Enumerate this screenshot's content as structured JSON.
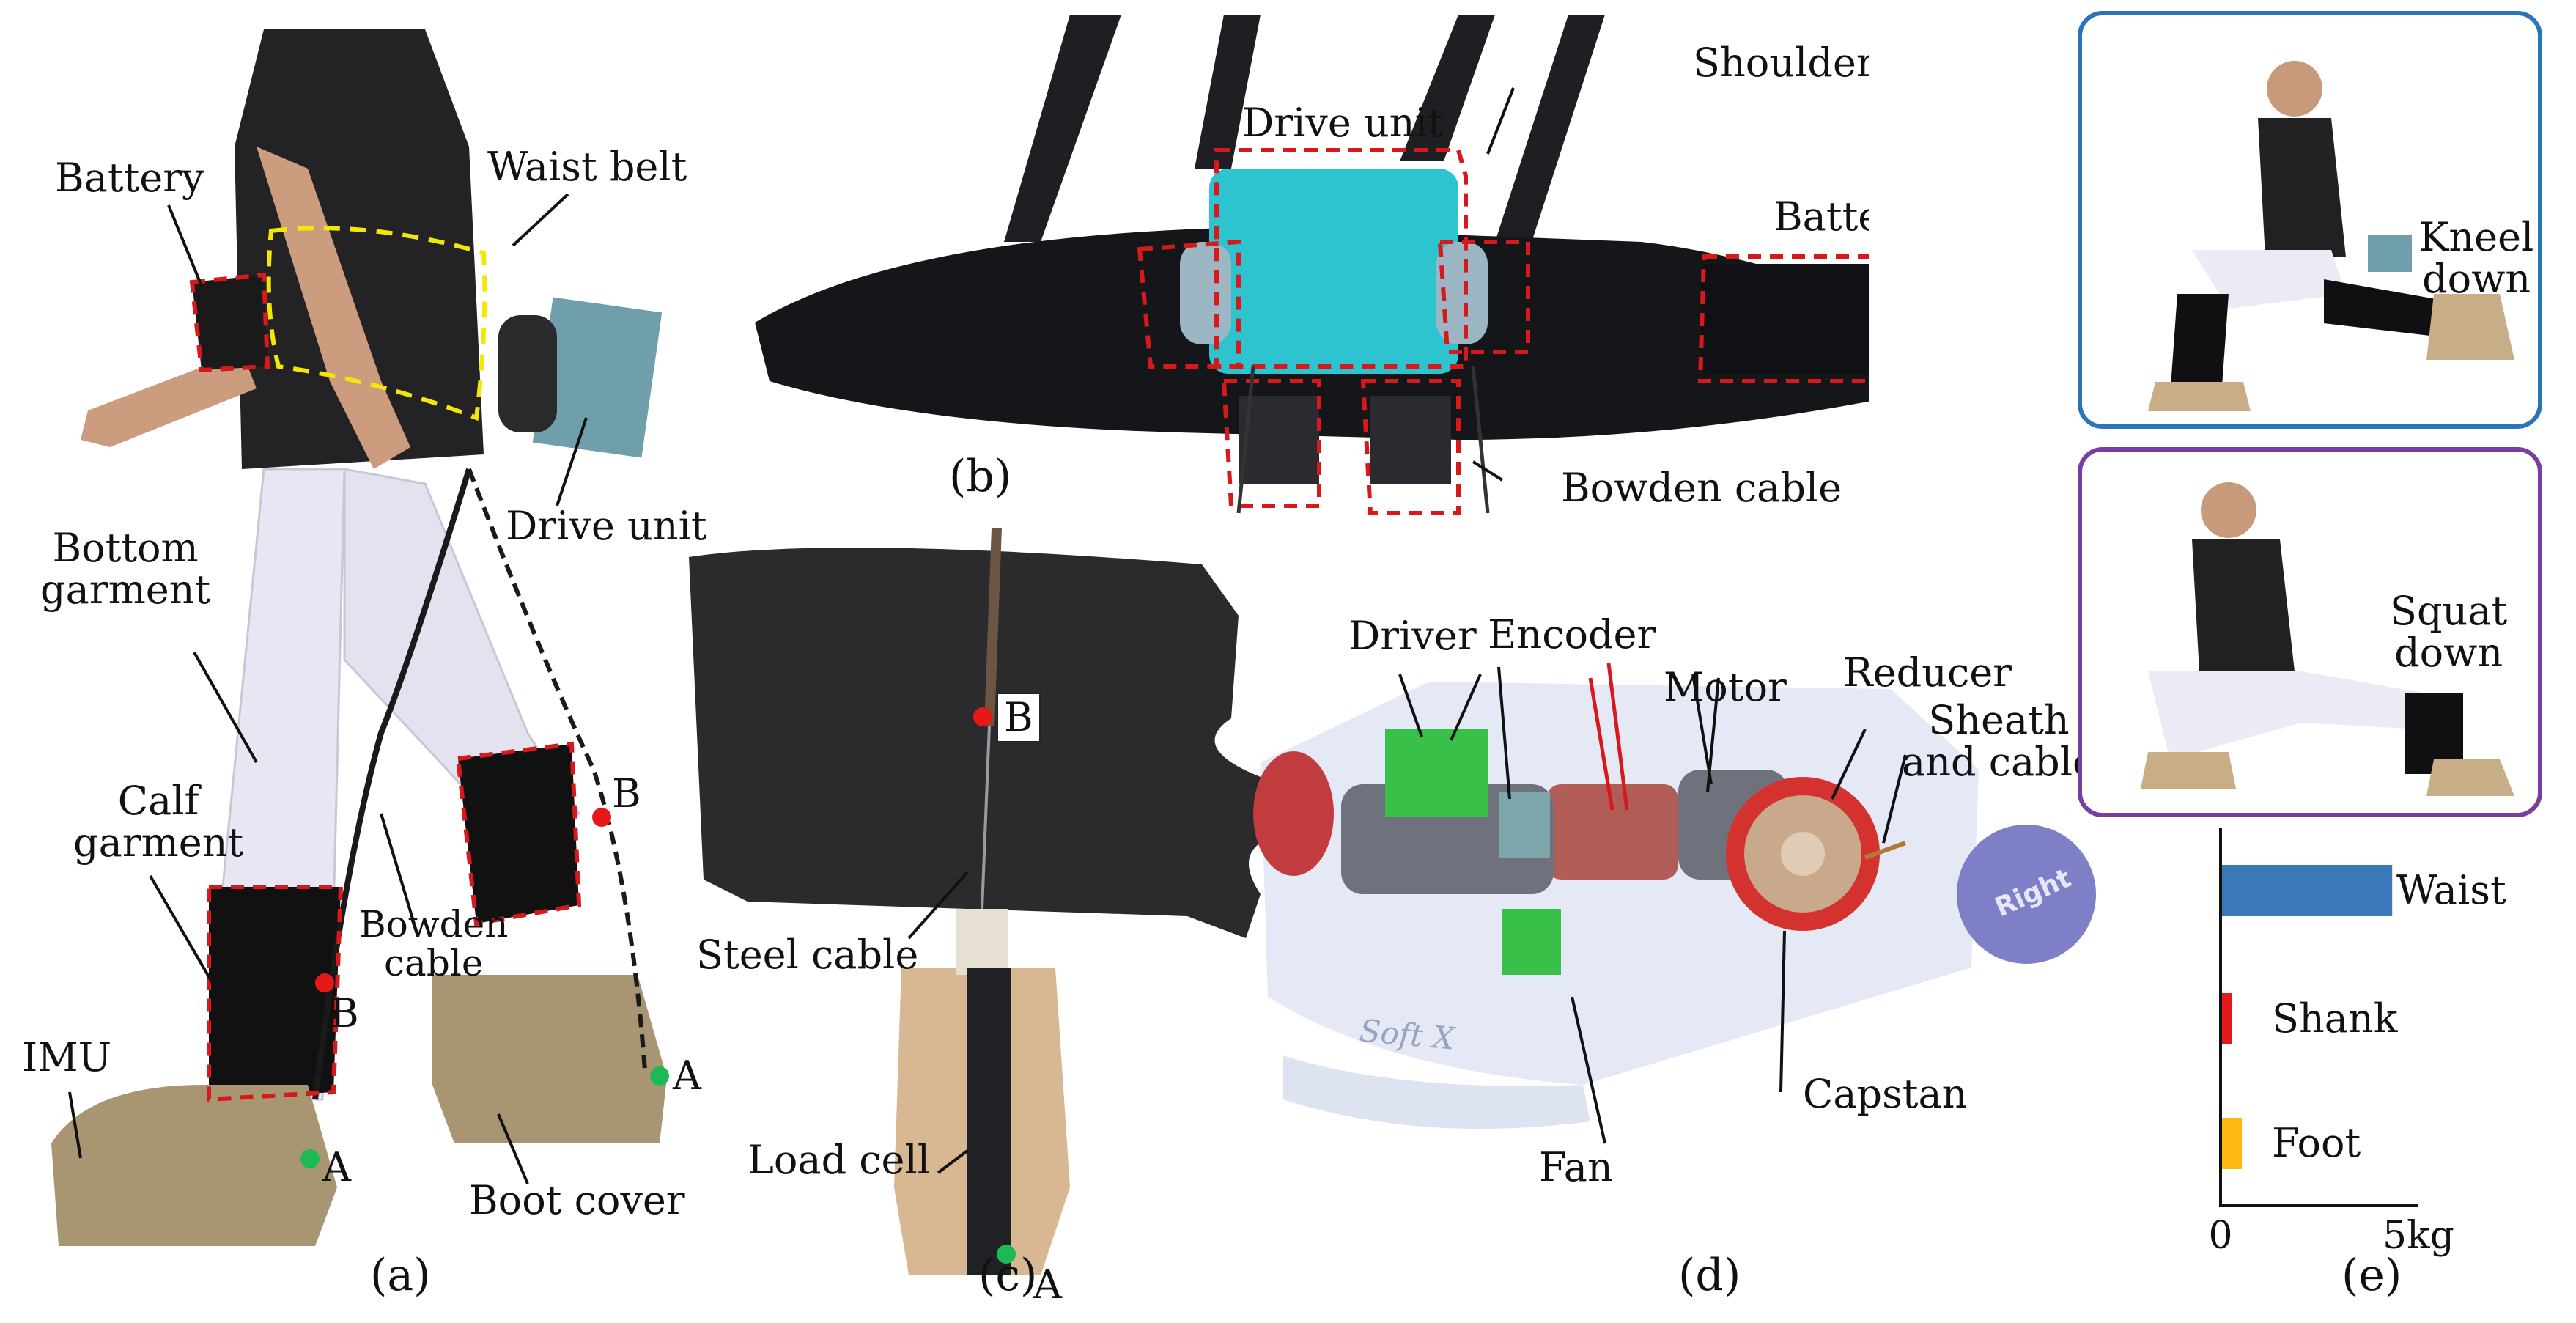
{
  "panels": {
    "a": {
      "caption": "(a)",
      "labels": {
        "battery": "Battery",
        "waist_belt": "Waist belt",
        "drive_unit": "Drive unit",
        "bottom_garment_1": "Bottom",
        "bottom_garment_2": "garment",
        "calf_garment_1": "Calf",
        "calf_garment_2": "garment",
        "bowden_cable_1": "Bowden",
        "bowden_cable_2": "cable",
        "imu": "IMU",
        "boot_cover": "Boot cover",
        "point_a_1": "A",
        "point_a_2": "A",
        "point_b_1": "B",
        "point_b_2": "B"
      }
    },
    "b": {
      "caption": "(b)",
      "labels": {
        "drive_unit": "Drive unit",
        "shoulder_belt": "Shoulder belt",
        "battery": "Battery",
        "bowden_cable": "Bowden cable"
      }
    },
    "c": {
      "caption": "(c)",
      "labels": {
        "steel_cable": "Steel cable",
        "load_cell": "Load cell",
        "point_a": "A",
        "point_b": "B"
      }
    },
    "d": {
      "caption": "(d)",
      "labels": {
        "driver": "Driver",
        "encoder": "Encoder",
        "motor": "Motor",
        "reducer": "Reducer",
        "sheath_1": "Sheath",
        "sheath_2": "and cable",
        "capstan": "Capstan",
        "fan": "Fan"
      },
      "cap_text": "Right",
      "case_text": "Soft X"
    },
    "e": {
      "caption": "(e)",
      "inset_kneel_1": "Kneel",
      "inset_kneel_2": "down",
      "inset_squat_1": "Squat",
      "inset_squat_2": "down"
    }
  },
  "colors": {
    "red_outline": "#d7191c",
    "yellow_outline": "#f5e60a",
    "point_a": "#1db954",
    "point_b": "#e61919",
    "kneel_frame": "#2a74b8",
    "squat_frame": "#7a3ea0"
  },
  "chart_data": {
    "type": "bar",
    "orientation": "horizontal",
    "categories": [
      "Waist",
      "Shank",
      "Foot"
    ],
    "values": [
      4.3,
      0.25,
      0.5
    ],
    "colors": [
      "#3a78b8",
      "#e31a1c",
      "#fdb913"
    ],
    "xlim": [
      0,
      5
    ],
    "xtick_labels": [
      "0",
      "5kg"
    ]
  }
}
